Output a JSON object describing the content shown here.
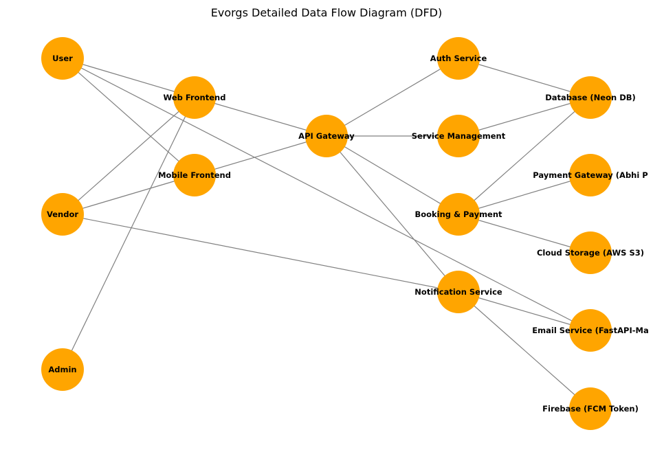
{
  "title": "Evorgs Detailed Data Flow Diagram (DFD)",
  "colors": {
    "node": "#FFA500",
    "edge": "#808080",
    "text": "#000000"
  },
  "nodes": [
    {
      "id": "user",
      "label": "User"
    },
    {
      "id": "vendor",
      "label": "Vendor"
    },
    {
      "id": "admin",
      "label": "Admin"
    },
    {
      "id": "web",
      "label": "Web Frontend"
    },
    {
      "id": "mobile",
      "label": "Mobile Frontend"
    },
    {
      "id": "gateway",
      "label": "API Gateway"
    },
    {
      "id": "auth",
      "label": "Auth Service"
    },
    {
      "id": "service",
      "label": "Service Management"
    },
    {
      "id": "booking",
      "label": "Booking & Payment"
    },
    {
      "id": "notification",
      "label": "Notification Service"
    },
    {
      "id": "db",
      "label": "Database (Neon DB)"
    },
    {
      "id": "payment",
      "label": "Payment Gateway (Abhi P"
    },
    {
      "id": "storage",
      "label": "Cloud Storage (AWS S3)"
    },
    {
      "id": "email",
      "label": "Email Service (FastAPI-Ma"
    },
    {
      "id": "firebase",
      "label": "Firebase (FCM Token)"
    }
  ],
  "edges": [
    [
      "user",
      "web"
    ],
    [
      "user",
      "mobile"
    ],
    [
      "user",
      "email"
    ],
    [
      "vendor",
      "web"
    ],
    [
      "vendor",
      "mobile"
    ],
    [
      "vendor",
      "notification"
    ],
    [
      "admin",
      "web"
    ],
    [
      "web",
      "gateway"
    ],
    [
      "mobile",
      "gateway"
    ],
    [
      "gateway",
      "auth"
    ],
    [
      "gateway",
      "service"
    ],
    [
      "gateway",
      "booking"
    ],
    [
      "gateway",
      "notification"
    ],
    [
      "auth",
      "db"
    ],
    [
      "service",
      "db"
    ],
    [
      "booking",
      "db"
    ],
    [
      "booking",
      "payment"
    ],
    [
      "booking",
      "storage"
    ],
    [
      "notification",
      "email"
    ],
    [
      "notification",
      "firebase"
    ]
  ]
}
